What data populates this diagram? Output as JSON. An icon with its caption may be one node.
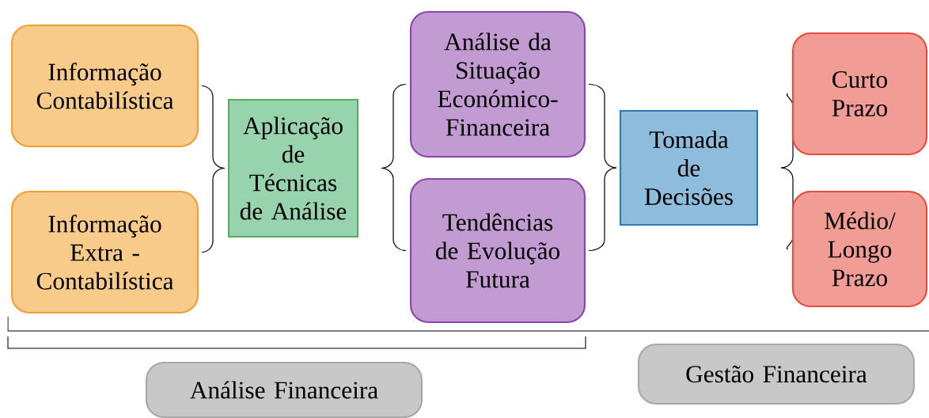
{
  "diagram": {
    "nodes": [
      {
        "text": [
          "Informação Contabilística"
        ]
      },
      {
        "text": [
          "Informação Extra - Contabilística"
        ]
      },
      {
        "text": [
          "Aplicação de Técnicas de Análise"
        ]
      },
      {
        "text": [
          "Análise da Situação Económico-Financeira"
        ]
      },
      {
        "text": [
          "Tendências de Evolução Futura"
        ]
      },
      {
        "text": [
          "Tomada de Decisões"
        ]
      },
      {
        "text": [
          "Curto Prazo"
        ]
      },
      {
        "text": [
          "Médio/ Longo Prazo"
        ]
      },
      {
        "text": [
          "Análise Financeira"
        ]
      },
      {
        "text": [
          "Gestão Financeira"
        ]
      }
    ],
    "edges": [
      {
        "from": 0,
        "to": 2,
        "arrow": "none"
      },
      {
        "from": 1,
        "to": 2,
        "arrow": "none"
      },
      {
        "from": 2,
        "to": 3,
        "arrow": "none"
      },
      {
        "from": 2,
        "to": 4,
        "arrow": "none"
      },
      {
        "from": 3,
        "to": 5,
        "arrow": "none"
      },
      {
        "from": 4,
        "to": 5,
        "arrow": "none"
      },
      {
        "from": 5,
        "to": 6,
        "arrow": "none"
      },
      {
        "from": 5,
        "to": 7,
        "arrow": "none"
      }
    ]
  }
}
